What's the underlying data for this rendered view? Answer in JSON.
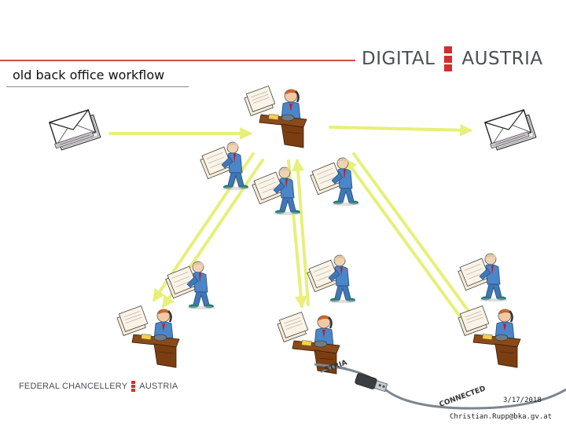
{
  "header": {
    "logo_left": "DIGITAL",
    "logo_right": "AUSTRIA",
    "accent_color": "#d32f2f"
  },
  "slide": {
    "title": "old back office workflow"
  },
  "diagram": {
    "arrow_color": "#e6f07a",
    "icons": [
      "envelope-icon",
      "clerk-at-desk-icon",
      "clerk-carrying-files-icon",
      "usb-cable-icon"
    ],
    "cable_text_1": "STRIA",
    "cable_text_2": "CONNECTED"
  },
  "footer": {
    "org_left": "FEDERAL CHANCELLERY",
    "org_right": "AUSTRIA",
    "date": "3/17/2018",
    "email": "Christian.Rupp@bka.gv.at"
  }
}
